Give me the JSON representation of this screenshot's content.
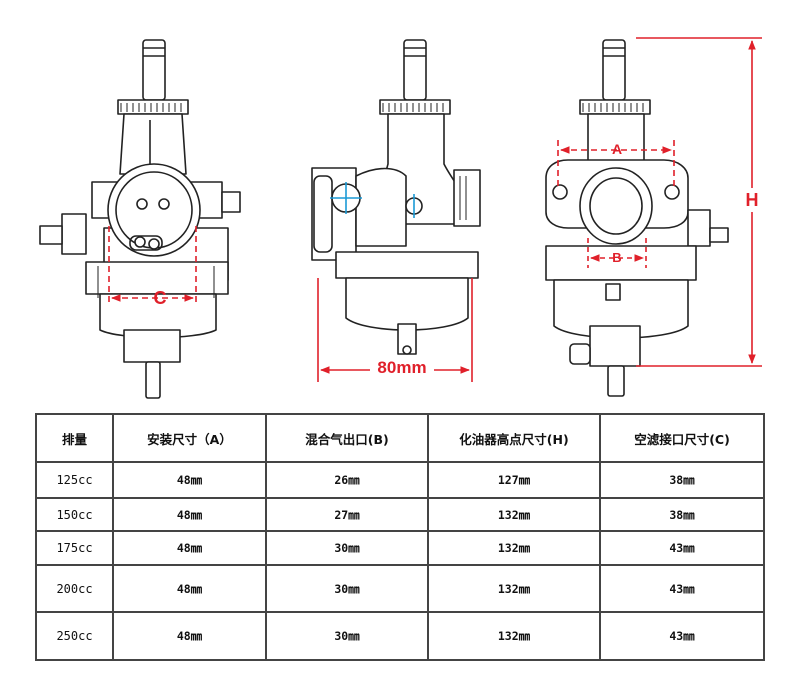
{
  "dimensions": {
    "c_label": "C",
    "width_label": "80mm",
    "a_label": "A",
    "b_label": "B",
    "h_label": "H",
    "accent_color": "#e0202a"
  },
  "table": {
    "headers": [
      "排量",
      "安装尺寸（A）",
      "混合气出口(B)",
      "化油器高点尺寸(H)",
      "空滤接口尺寸(C)"
    ],
    "rows": [
      [
        "125cc",
        "48㎜",
        "26㎜",
        "127㎜",
        "38㎜"
      ],
      [
        "150cc",
        "48㎜",
        "27㎜",
        "132㎜",
        "38㎜"
      ],
      [
        "175cc",
        "48㎜",
        "30㎜",
        "132㎜",
        "43㎜"
      ],
      [
        "200cc",
        "48㎜",
        "30㎜",
        "132㎜",
        "43㎜"
      ],
      [
        "250cc",
        "48㎜",
        "30㎜",
        "132㎜",
        "43㎜"
      ]
    ]
  }
}
